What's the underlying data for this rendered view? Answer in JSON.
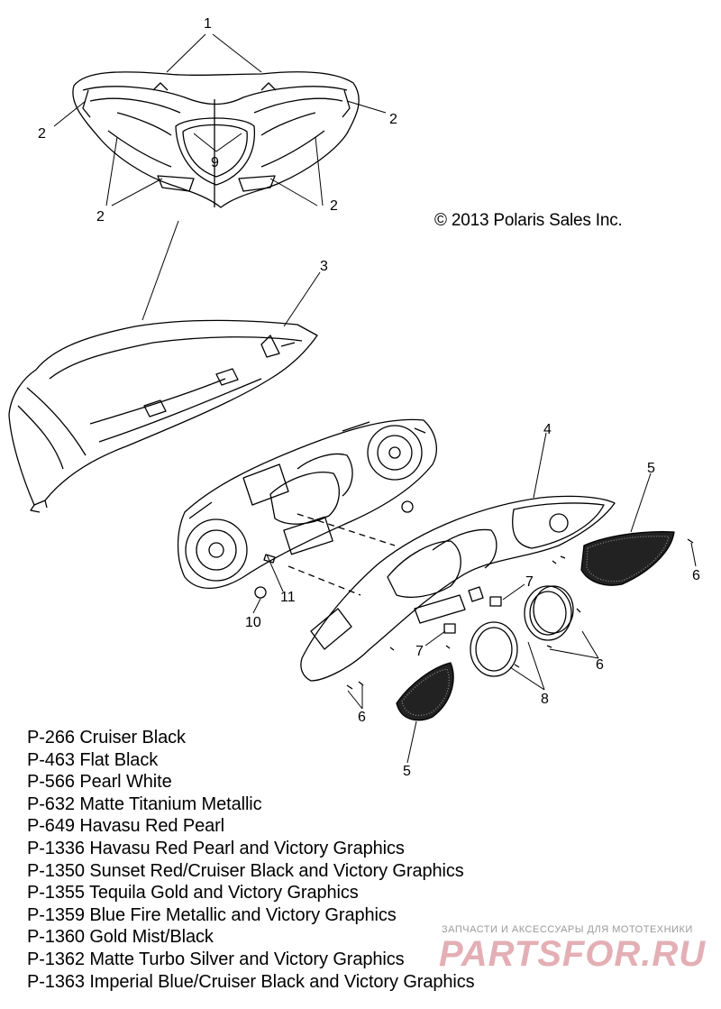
{
  "callouts": {
    "c1": "1",
    "c2a": "2",
    "c2b": "2",
    "c2c": "2",
    "c2d": "2",
    "c9": "9",
    "c3": "3",
    "c4": "4",
    "c5a": "5",
    "c5b": "5",
    "c6a": "6",
    "c6b": "6",
    "c6c": "6",
    "c7a": "7",
    "c7b": "7",
    "c8": "8",
    "c10": "10",
    "c11": "11"
  },
  "copyright": "© 2013 Polaris Sales Inc.",
  "paint_codes": [
    "P-266  Cruiser Black",
    "P-463  Flat Black",
    "P-566  Pearl White",
    "P-632  Matte Titanium Metallic",
    "P-649  Havasu Red Pearl",
    "P-1336 Havasu Red Pearl and Victory Graphics",
    "P-1350 Sunset Red/Cruiser Black and Victory Graphics",
    "P-1355 Tequila Gold and Victory Graphics",
    "P-1359 Blue Fire Metallic and Victory Graphics",
    "P-1360 Gold Mist/Black",
    "P-1362 Matte Turbo Silver and Victory Graphics",
    "P-1363 Imperial Blue/Cruiser Black and Victory Graphics"
  ],
  "watermark": {
    "tagline": "ЗАПЧАСТИ И АКСЕССУАРЫ ДЛЯ МОТОТЕХНИКИ",
    "logo": "PARTSFOR.RU"
  }
}
